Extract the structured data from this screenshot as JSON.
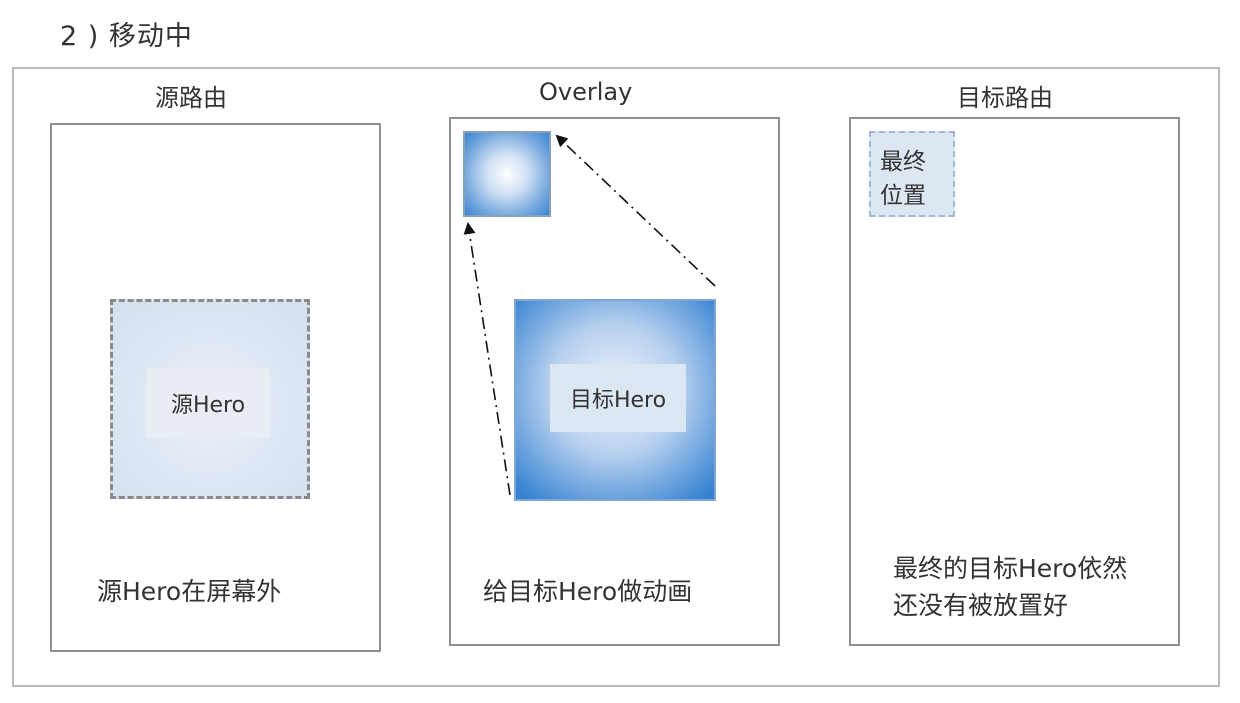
{
  "heading": "2 ) 移动中",
  "columns": [
    {
      "title": "源路由",
      "hero_label": "源Hero",
      "caption": "源Hero在屏幕外"
    },
    {
      "title": "Overlay",
      "hero_label": "目标Hero",
      "caption": "给目标Hero做动画"
    },
    {
      "title": "目标路由",
      "final_label_line1": "最终",
      "final_label_line2": "位置",
      "caption_line1": "最终的目标Hero依然",
      "caption_line2": "还没有被放置好"
    }
  ],
  "colors": {
    "panel_border": "#8f8f8f",
    "outer_border": "#b9b9b9",
    "hero_blue": "#3f88d4",
    "hero_pale": "#dfe8f4",
    "arrow": "#111111"
  }
}
